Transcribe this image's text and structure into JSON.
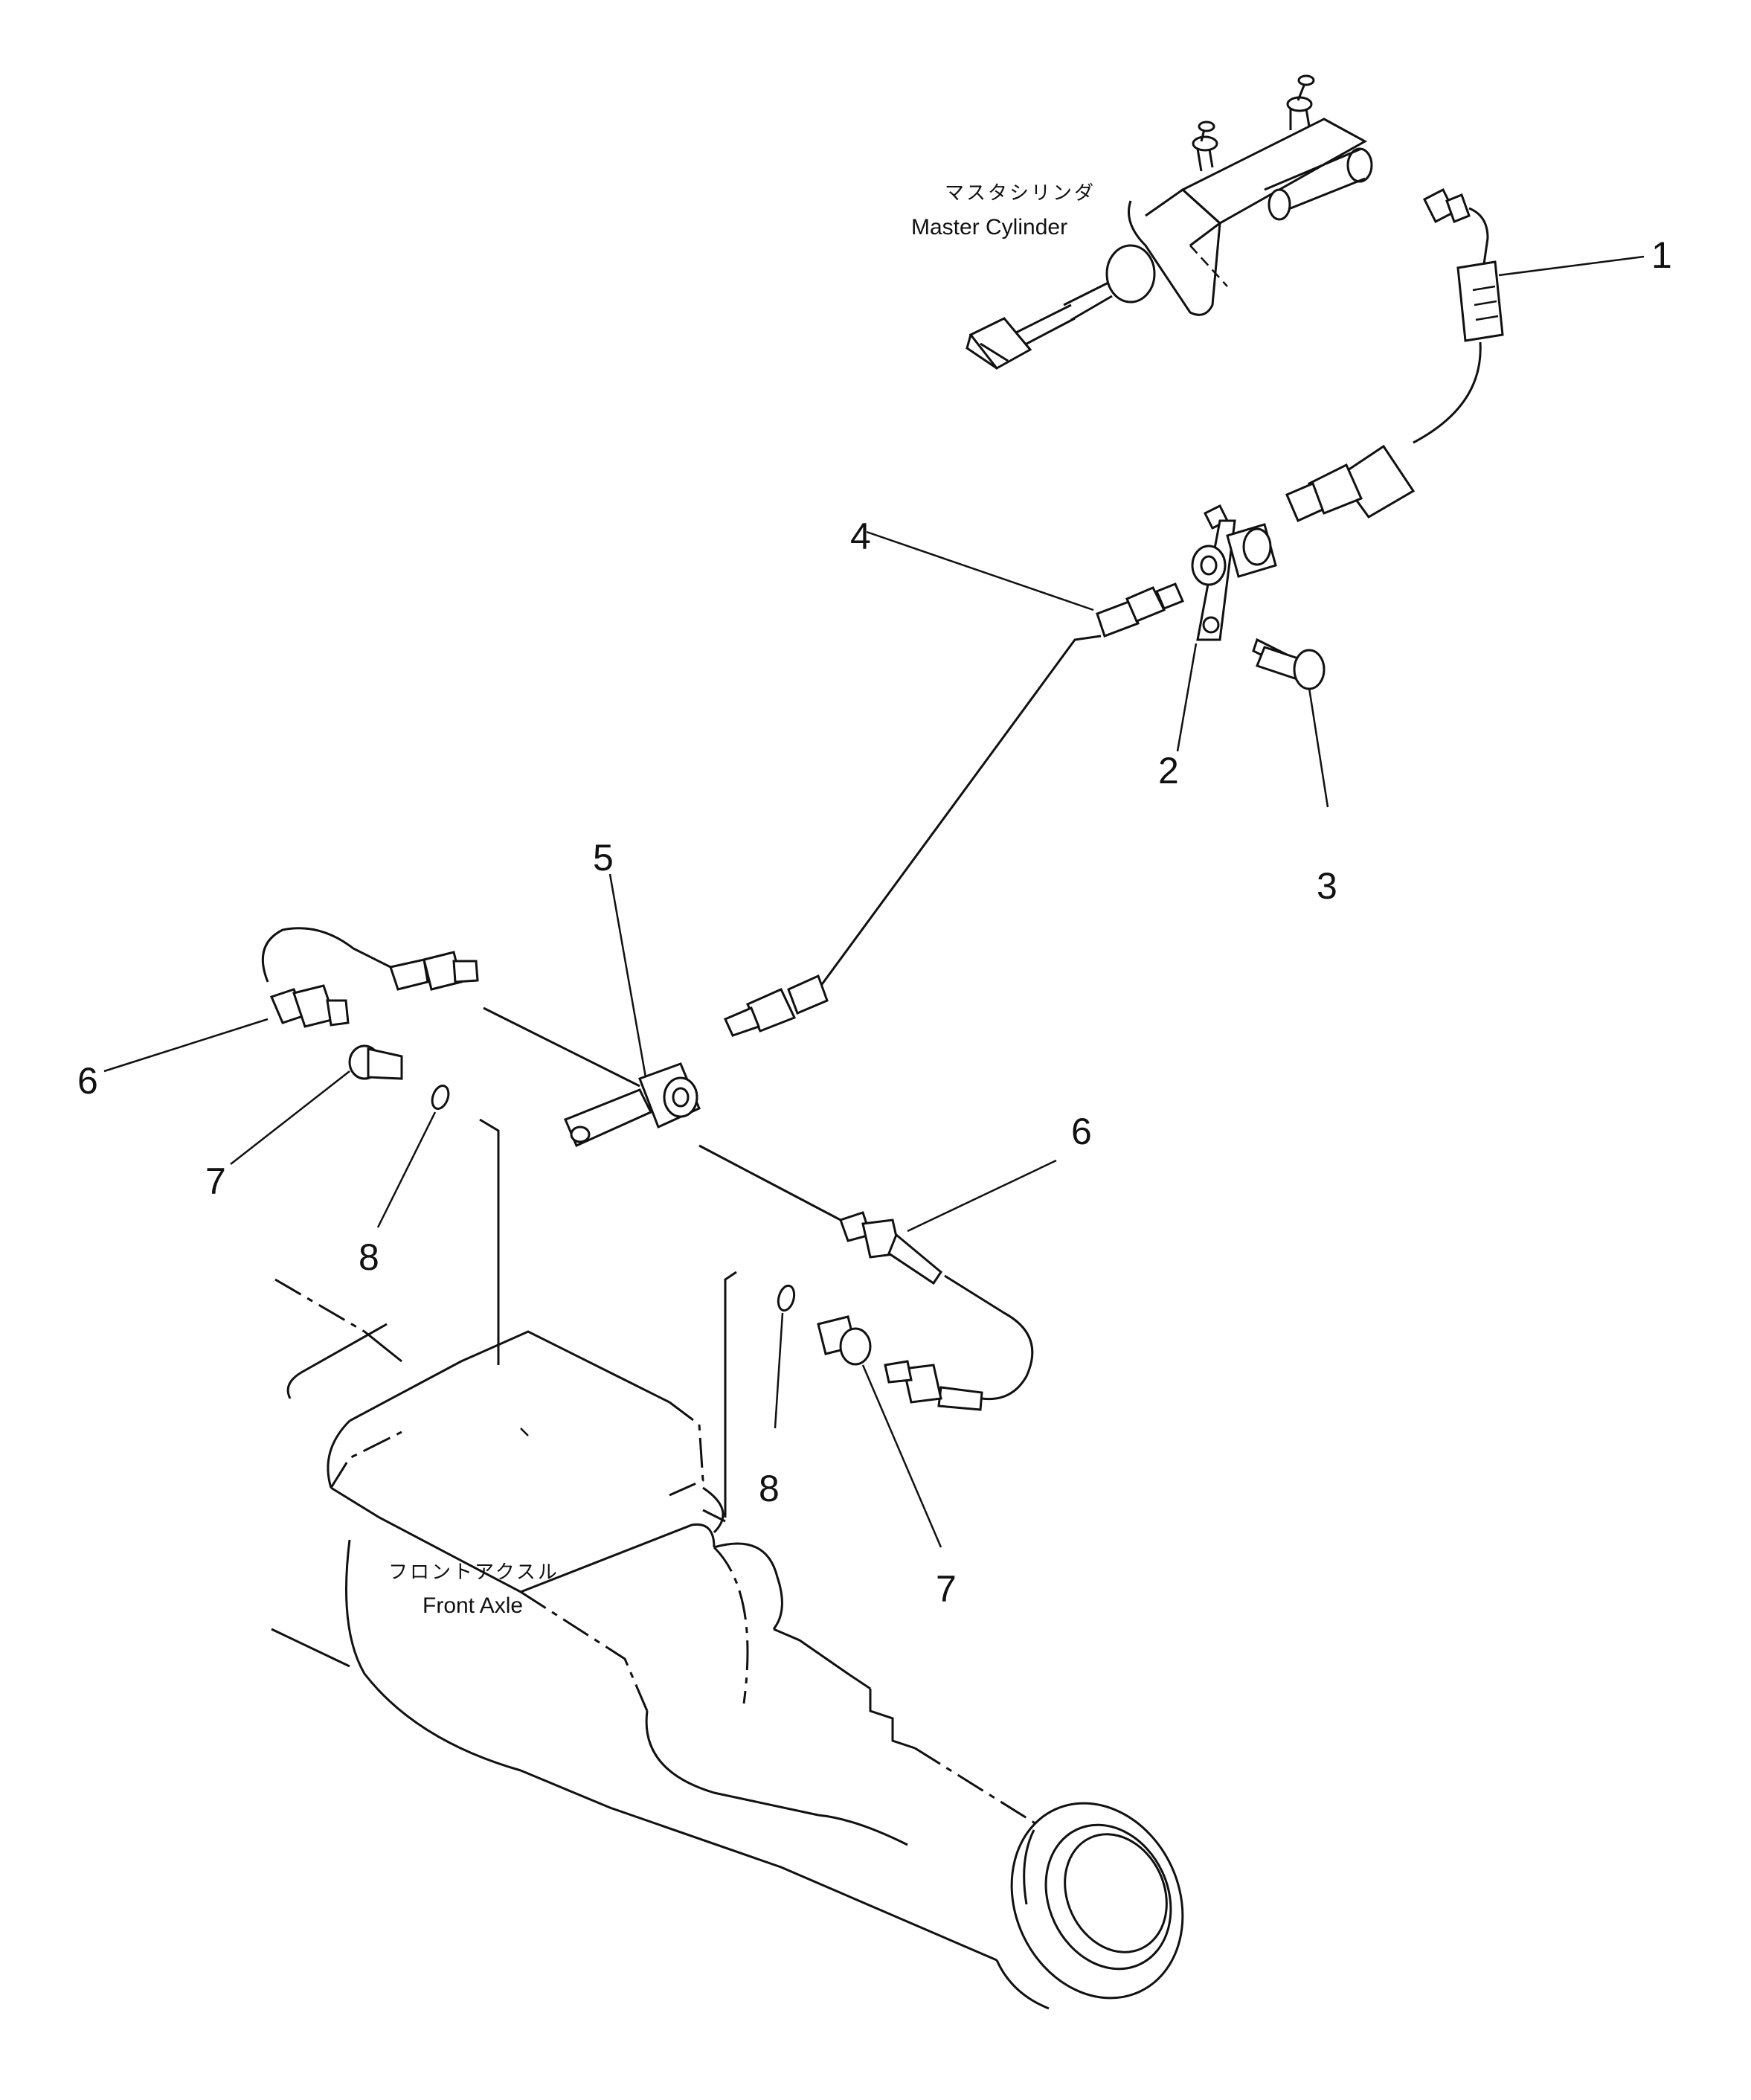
{
  "labels": {
    "master_cylinder_jp": "マスタシリンダ",
    "master_cylinder_en": "Master Cylinder",
    "front_axle_jp": "フロントアクスル",
    "front_axle_en": "Front Axle"
  },
  "callouts": {
    "c1": "1",
    "c2": "2",
    "c3": "3",
    "c4": "4",
    "c5": "5",
    "c6a": "6",
    "c6b": "6",
    "c7a": "7",
    "c7b": "7",
    "c8a": "8",
    "c8b": "8"
  }
}
